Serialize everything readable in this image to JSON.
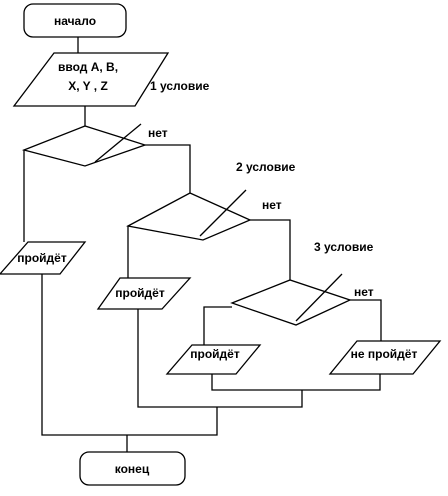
{
  "diagram": {
    "start_label": "начало",
    "input_line1": "ввод A, B,",
    "input_line2": "X, Y , Z",
    "cond1_label": "1 условие",
    "cond2_label": "2 условие",
    "cond3_label": "3 условие",
    "no_label_1": "нет",
    "no_label_2": "нет",
    "no_label_3": "нет",
    "out1_label": "пройдёт",
    "out2_label": "пройдёт",
    "out3_label": "пройдёт",
    "out4_label": "не пройдёт",
    "end_label": "конец"
  },
  "colors": {
    "stroke": "#000000",
    "background": "#ffffff"
  }
}
